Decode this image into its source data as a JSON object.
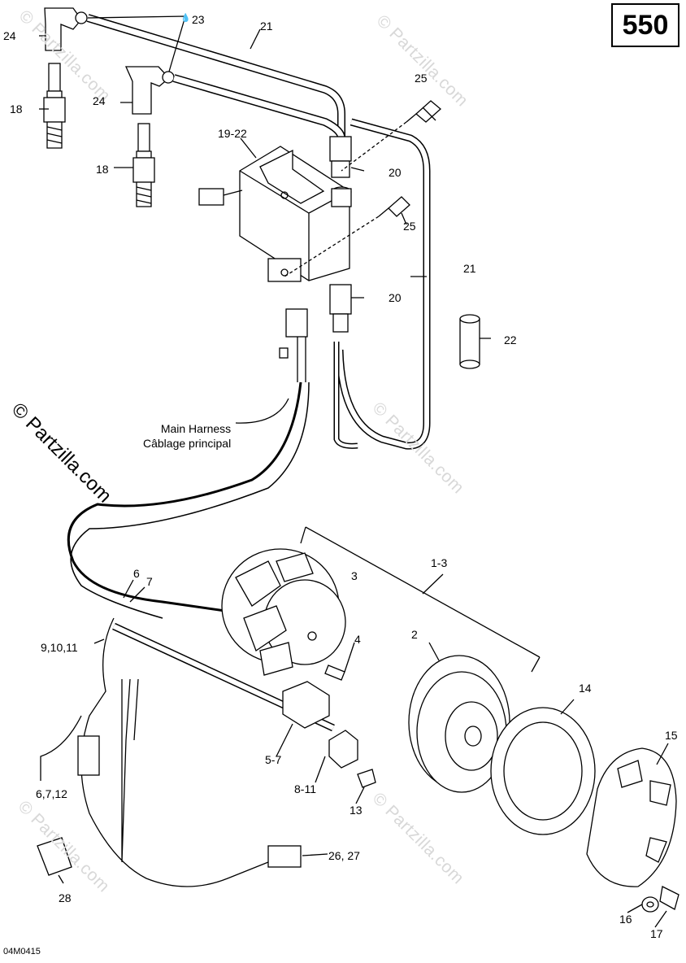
{
  "badge": "550",
  "diagram_code": "04M0415",
  "watermark": "© Partzilla.com",
  "watermark_faint": "© Partzilla.com",
  "harness_label_en": "Main Harness",
  "harness_label_fr": "Câblage principal",
  "drop_icon": "💧",
  "callouts": {
    "c24a": "24",
    "c23": "23",
    "c21a": "21",
    "c18a": "18",
    "c24b": "24",
    "c25a": "25",
    "c1922": "19-22",
    "c18b": "18",
    "c20a": "20",
    "c25b": "25",
    "c21b": "21",
    "c20b": "20",
    "c22": "22",
    "c13x": "1-3",
    "c6": "6",
    "c7": "7",
    "c3": "3",
    "c2": "2",
    "c91011": "9,10,11",
    "c4": "4",
    "c14": "14",
    "c15": "15",
    "c57": "5-7",
    "c811": "8-11",
    "c6712": "6,7,12",
    "c13": "13",
    "c2627": "26, 27",
    "c28": "28",
    "c16": "16",
    "c17": "17"
  }
}
